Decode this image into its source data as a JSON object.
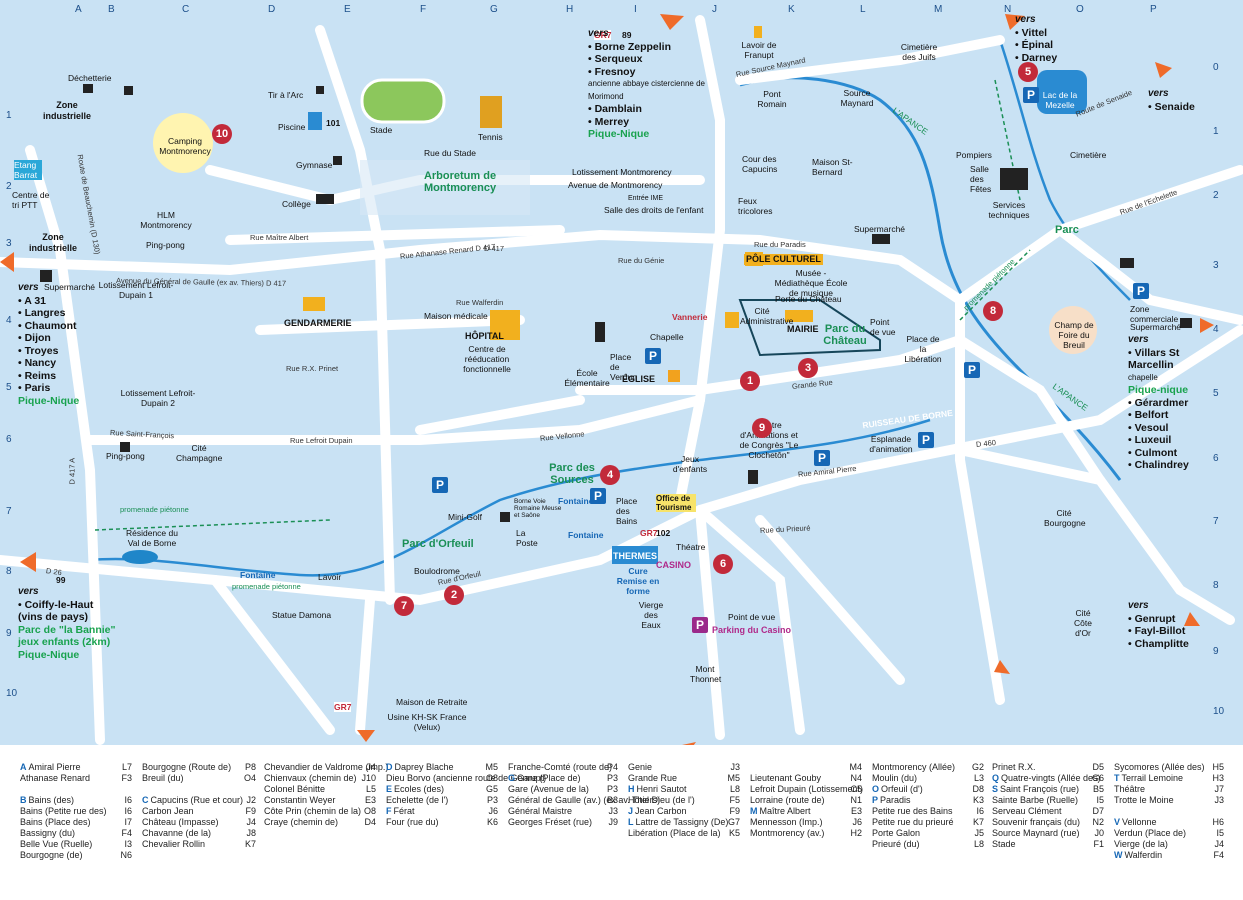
{
  "map": {
    "columns": [
      "A",
      "B",
      "C",
      "D",
      "E",
      "F",
      "G",
      "H",
      "I",
      "J",
      "K",
      "L",
      "M",
      "N",
      "O",
      "P"
    ],
    "rows_left": [
      "1",
      "2",
      "3",
      "4",
      "5",
      "6",
      "7",
      "8",
      "9",
      "10"
    ],
    "rows_right": [
      "0",
      "1",
      "2",
      "3",
      "4",
      "5",
      "6",
      "7",
      "8",
      "9",
      "10"
    ],
    "places": {
      "dechetterie": "Déchetterie",
      "zone_ind1": "Zone industrielle",
      "zone_ind2": "Zone industrielle",
      "etang": "Etang Barrat",
      "centre_tri": "Centre de tri PTT",
      "camping": "Camping Montmorency",
      "tir": "Tir à l'Arc",
      "piscine": "Piscine",
      "stade": "Stade",
      "tennis": "Tennis",
      "gymnase": "Gymnase",
      "college": "Collège",
      "hlm": "HLM Montmorency",
      "pingpong1": "Ping-pong",
      "arboretum": "Arboretum de Montmorency",
      "rue_stade": "Rue du Stade",
      "lotissement_montmorency": "Lotissement Montmorency",
      "avenue_montmorency": "Avenue de Montmorency",
      "entree_ime": "Entrée IME",
      "salle_droits": "Salle des droits de l'enfant",
      "feux": "Feux tricolores",
      "cour_capucins": "Cour des Capucins",
      "maison_stbernard": "Maison St-Bernard",
      "lavoir_franupt": "Lavoir de Franupt",
      "pont_romain": "Pont Romain",
      "source_maynard": "Source Maynard",
      "cimetiere_juifs": "Cimetière des Juifs",
      "lac_mezelle": "Lac de la Mezelle",
      "cimetiere": "Cimetière",
      "pompiers": "Pompiers",
      "salle_fetes": "Salle des Fêtes",
      "services_tech": "Services techniques",
      "supermarche_n": "Supermarché",
      "supermarche_w": "Supermarché",
      "supermarche_e": "Supermarché",
      "pole_culturel": "PÔLE CULTUREL",
      "musee": "Musée - Médiathèque École de musique",
      "porte_chateau": "Porte du Château",
      "cite_admin": "Cité Administrative",
      "mairie": "MAIRIE",
      "parc_chateau": "Parc du Château",
      "point_vue": "Point de vue",
      "place_liberation": "Place de la Libération",
      "gendarmerie": "GENDARMERIE",
      "maison_medicale": "Maison médicale",
      "hopital": "HÔPITAL",
      "centre_reeduc": "Centre de rééducation fonctionnelle",
      "vannerie": "Vannerie",
      "chapelle": "Chapelle",
      "place_verdun": "Place de Verdun",
      "eglise": "ÉGLISE",
      "ecole_elem": "École Élémentaire",
      "lotissement_lefroit1": "Lotissement Lefroit-Dupain 1",
      "lotissement_lefroit2": "Lotissement Lefroit-Dupain 2",
      "pingpong2": "Ping-pong",
      "cite_champagne": "Cité Champagne",
      "parc_sources": "Parc des Sources",
      "jeux_enfants": "Jeux d'enfants",
      "centre_congres": "Centre d'Animations et de Congrès \"Le Clochetôn\"",
      "esplanade": "Esplanade d'animation",
      "ruisseau_borne": "RUISSEAU DE BORNE",
      "minigolf": "Mini-Golf",
      "parc_orfeuil": "Parc d'Orfeuil",
      "boulodrome": "Boulodrome",
      "la_poste": "La Poste",
      "fontaine1": "Fontaine",
      "fontaine2": "Fontaine",
      "fontaine3": "Fontaine",
      "place_bains": "Place des Bains",
      "office_tourisme": "Office de Tourisme",
      "thermes": "THERMES",
      "cure": "Cure Remise en forme",
      "casino": "CASINO",
      "theatre": "Théatre",
      "vierge_eaux": "Vierge des Eaux",
      "parking_casino": "Parking du Casino",
      "mont_thonnet": "Mont Thonnet",
      "residence_borne": "Résidence du Val de Borne",
      "lavoir": "Lavoir",
      "statue": "Statue Damona",
      "maison_retraite": "Maison de Retraite",
      "usine": "Usine KH-SK France (Velux)",
      "cite_bourgogne": "Cité Bourgogne",
      "cite_cote_or": "Cité Côte d'Or",
      "zone_commerciale": "Zone commerciale",
      "champ_foire": "Champ de Foire du Breuil",
      "parc_e": "Parc",
      "lapance": "L'APANCE",
      "promenade": "promenade piétonne",
      "borne_voie": "Borne Voie Romaine Meuse et Saône",
      "gr7": "GR7",
      "gr7_89": "89",
      "gr7_102": "102",
      "n101": "101",
      "n99": "99"
    },
    "streets": {
      "gaulle": "Avenue du Général de Gaulle (ex av. Thiers) D 417",
      "athanase": "Rue Athanase Renard D 417",
      "maitre_albert": "Rue Maître Albert",
      "lefroit": "Rue Lefroit Dupain",
      "rx_prinet": "Rue R.X. Prinet",
      "walferdin": "Rue Walferdin",
      "vellonne": "Rue Vellonne",
      "grande_rue": "Grande Rue",
      "amiral_pierre": "Rue Amiral Pierre",
      "orfeuil": "Rue d'Orfeuil",
      "prieure": "Rue du Prieuré",
      "genie": "Rue du Génie",
      "paradis": "Rue du Paradis",
      "saint_francois": "Rue Saint-François",
      "source_maynard": "Rue Source Maynard",
      "d417a": "D 417 A",
      "d26": "D 26",
      "d460": "D 460",
      "d417": "D 417",
      "beauchemin": "Route de Beauchemin (D 130)",
      "senaide": "Route de Senaide",
      "echelette": "Rue de l'Echelette"
    },
    "destinations": {
      "north": {
        "vers": "vers",
        "items": [
          "Borne Zeppelin",
          "Serqueux",
          "Fresnoy"
        ],
        "note": "ancienne abbaye cistercienne de Morimond",
        "items2": [
          "Damblain",
          "Merrey"
        ],
        "picnic": "Pique-Nique"
      },
      "northeast": {
        "vers": "vers",
        "items": [
          "Vittel",
          "Épinal",
          "Darney"
        ]
      },
      "east": {
        "vers": "vers",
        "items": [
          "Senaide"
        ]
      },
      "west": {
        "vers": "vers",
        "items": [
          "A 31",
          "Langres",
          "Chaumont",
          "Dijon",
          "Troyes",
          "Nancy",
          "Reims",
          "Paris"
        ],
        "picnic": "Pique-Nique"
      },
      "east2": {
        "vers": "vers",
        "items": [
          "Villars St Marcellin"
        ],
        "note": "chapelle",
        "picnic": "Pique-nique",
        "items2": [
          "Gérardmer",
          "Belfort",
          "Vesoul",
          "Luxeuil",
          "Culmont",
          "Chalindrey"
        ]
      },
      "southwest": {
        "vers": "vers",
        "items": [
          "Coiffy-le-Haut"
        ],
        "note": "(vins de pays)",
        "park": "Parc de \"la Bannie\"",
        "park2": "jeux enfants (2km)",
        "picnic": "Pique-Nique"
      },
      "southeast": {
        "vers": "vers",
        "items": [
          "Genrupt",
          "Fayl-Billot",
          "Champlitte"
        ]
      }
    },
    "numbers": [
      "1",
      "2",
      "3",
      "4",
      "5",
      "6",
      "7",
      "8",
      "9",
      "10"
    ]
  },
  "legend": {
    "columns": [
      [
        [
          "A",
          "Amiral Pierre",
          "L7"
        ],
        [
          "",
          "Athanase Renard",
          "F3"
        ],
        [
          "",
          "",
          ""
        ],
        [
          "B",
          "Bains (des)",
          "I6"
        ],
        [
          "",
          "Bains (Petite rue des)",
          "I6"
        ],
        [
          "",
          "Bains (Place des)",
          "I7"
        ],
        [
          "",
          "Bassigny (du)",
          "F4"
        ],
        [
          "",
          "Belle Vue (Ruelle)",
          "I3"
        ],
        [
          "",
          "Bourgogne (de)",
          "N6"
        ]
      ],
      [
        [
          "",
          "Bourgogne (Route de)",
          "P8"
        ],
        [
          "",
          "Breuil (du)",
          "O4"
        ],
        [
          "",
          "",
          ""
        ],
        [
          "C",
          "Capucins (Rue et cour)",
          "J2"
        ],
        [
          "",
          "Carbon Jean",
          "F9"
        ],
        [
          "",
          "Château (Impasse)",
          "J4"
        ],
        [
          "",
          "Chavanne (de la)",
          "J8"
        ],
        [
          "",
          "Chevalier Rollin",
          "K7"
        ]
      ],
      [
        [
          "",
          "Chevandier de Valdrome (imp.)",
          "J4"
        ],
        [
          "",
          "Chienvaux (chemin de)",
          "J10"
        ],
        [
          "",
          "Colonel Bénitte",
          "L5"
        ],
        [
          "",
          "Constantin Weyer",
          "E3"
        ],
        [
          "",
          "Côte Prin (chemin de la)",
          "O8"
        ],
        [
          "",
          "Craye (chemin de)",
          "D4"
        ]
      ],
      [
        [
          "D",
          "Daprey Blache",
          "M5"
        ],
        [
          "",
          "Dieu Borvo (ancienne route de Genrupt)",
          "O8"
        ],
        [
          "E",
          "Ecoles (des)",
          "G5"
        ],
        [
          "",
          "Echelette (de l')",
          "P3"
        ],
        [
          "F",
          "Férat",
          "J6"
        ],
        [
          "",
          "Four (rue du)",
          "K6"
        ]
      ],
      [
        [
          "",
          "Franche-Comté (route de)",
          "P4"
        ],
        [
          "G",
          "Gare (Place de)",
          "P3"
        ],
        [
          "",
          "Gare (Avenue de la)",
          "P3"
        ],
        [
          "",
          "Général de Gaulle (av.) (ex av. Thiers)",
          "B3"
        ],
        [
          "",
          "Général Maistre",
          "J3"
        ],
        [
          "",
          "Georges Fréset (rue)",
          "J9"
        ]
      ],
      [
        [
          "",
          "Genie",
          "J3"
        ],
        [
          "",
          "Grande Rue",
          "M5"
        ],
        [
          "H",
          "Henri Sautot",
          "L8"
        ],
        [
          "",
          "Hôtel Dieu (de l')",
          "F5"
        ],
        [
          "J",
          "Jean Carbon",
          "F9"
        ],
        [
          "L",
          "Lattre de Tassigny (De)",
          "G7"
        ],
        [
          "",
          "Libération (Place de la)",
          "K5"
        ]
      ],
      [
        [
          "",
          "",
          "M4"
        ],
        [
          "",
          "Lieutenant Gouby",
          "N4"
        ],
        [
          "",
          "Lefroit Dupain (Lotissement)",
          "C5"
        ],
        [
          "",
          "Lorraine (route de)",
          "N1"
        ],
        [
          "M",
          "Maître Albert",
          "E3"
        ],
        [
          "",
          "Mennesson (Imp.)",
          "J6"
        ],
        [
          "",
          "Montmorency (av.)",
          "H2"
        ]
      ],
      [
        [
          "",
          "Montmorency (Allée)",
          "G2"
        ],
        [
          "",
          "Moulin (du)",
          "L3"
        ],
        [
          "O",
          "Orfeuil (d')",
          "D8"
        ],
        [
          "P",
          "Paradis",
          "K3"
        ],
        [
          "",
          "Petite rue des Bains",
          "I6"
        ],
        [
          "",
          "Petite rue du prieuré",
          "K7"
        ],
        [
          "",
          "Porte Galon",
          "J5"
        ],
        [
          "",
          "Prieuré (du)",
          "L8"
        ]
      ],
      [
        [
          "",
          "Prinet R.X.",
          "D5"
        ],
        [
          "Q",
          "Quatre-vingts (Allée des)",
          "G6"
        ],
        [
          "S",
          "Saint François (rue)",
          "B5"
        ],
        [
          "",
          "Sainte Barbe (Ruelle)",
          "I5"
        ],
        [
          "",
          "Serveau Clément",
          "D7"
        ],
        [
          "",
          "Souvenir français (du)",
          "N2"
        ],
        [
          "",
          "Source Maynard (rue)",
          "J0"
        ],
        [
          "",
          "Stade",
          "F1"
        ]
      ],
      [
        [
          "",
          "Sycomores (Allée des)",
          "H5"
        ],
        [
          "T",
          "Terrail Lemoine",
          "H3"
        ],
        [
          "",
          "Théâtre",
          "J7"
        ],
        [
          "",
          "Trotte le Moine",
          "J3"
        ],
        [
          "",
          "",
          ""
        ],
        [
          "V",
          "Vellonne",
          "H6"
        ],
        [
          "",
          "Verdun (Place de)",
          "I5"
        ],
        [
          "",
          "Vierge (de la)",
          "J4"
        ],
        [
          "W",
          "Walferdin",
          "F4"
        ]
      ]
    ]
  }
}
